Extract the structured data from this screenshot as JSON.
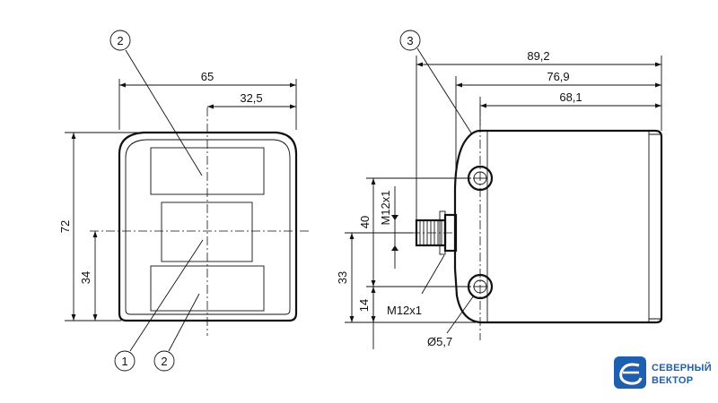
{
  "front_view": {
    "callouts": {
      "top": "2",
      "bottom_left": "1",
      "bottom_right": "2"
    },
    "dims": {
      "width": "65",
      "half_width": "32,5",
      "height": "72",
      "center_height": "34"
    }
  },
  "side_view": {
    "callout_top": "3",
    "dims": {
      "overall": "89,2",
      "to_holes": "76,9",
      "body": "68,1",
      "hole_spacing": "40",
      "lower_hole_to_connector": "33",
      "lower_hole_to_base": "14",
      "thread_vertical": "M12x1",
      "thread_horizontal": "M12x1",
      "hole_diameter": "Ø5,7"
    }
  },
  "logo": {
    "line1": "СЕВЕРНЫЙ",
    "line2": "ВЕКТОР",
    "color": "#1f5fb0"
  }
}
